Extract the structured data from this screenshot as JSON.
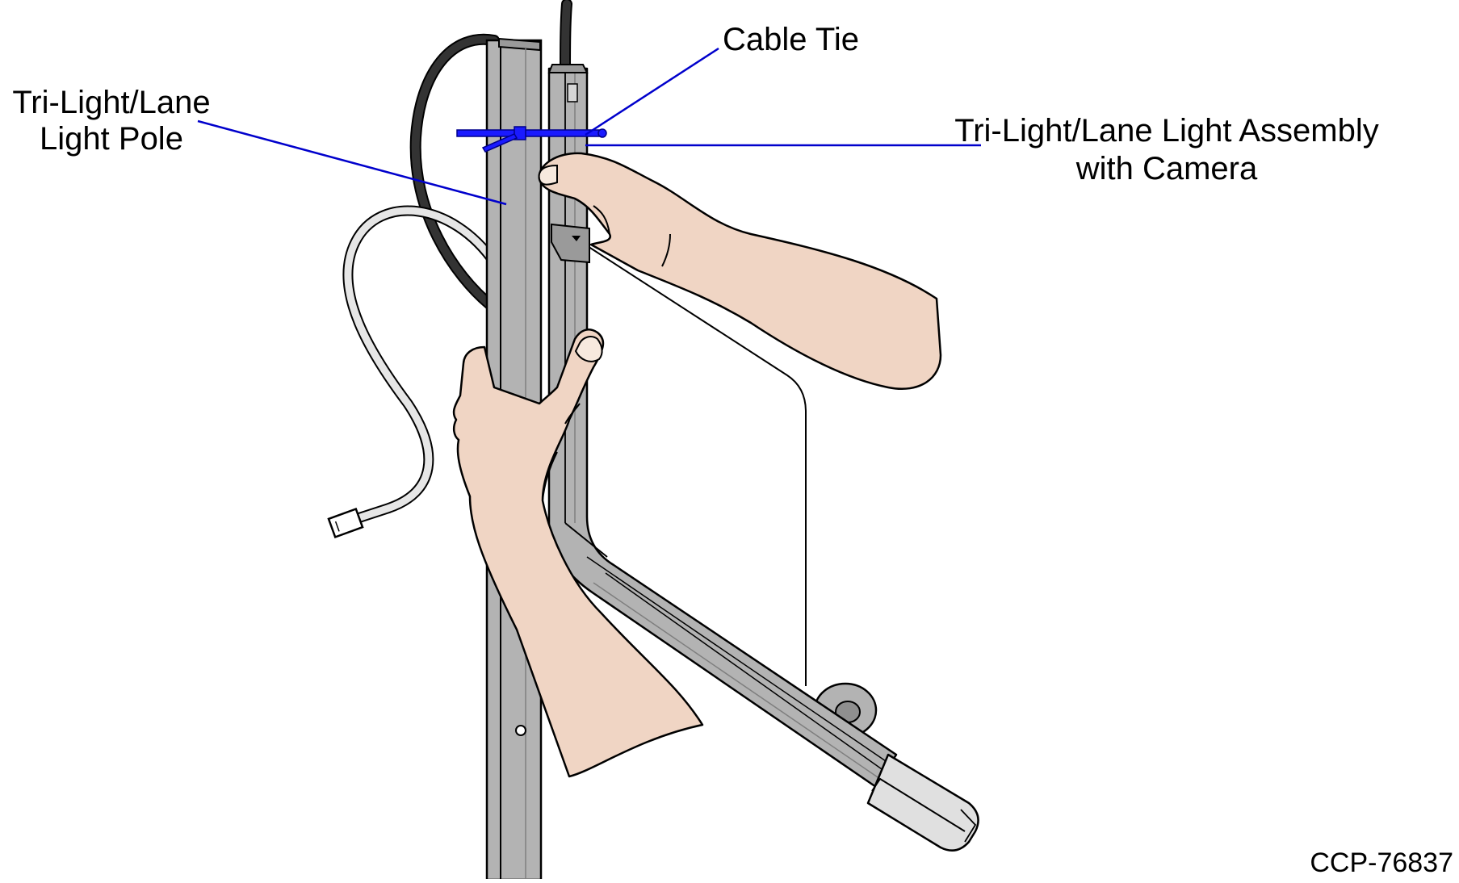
{
  "callouts": {
    "cable_tie": "Cable Tie",
    "pole_line1": "Tri-Light/Lane",
    "pole_line2": "Light Pole",
    "assembly_line1": "Tri-Light/Lane Light Assembly",
    "assembly_line2": "with Camera"
  },
  "figure_id": "CCP-76837",
  "colors": {
    "leader": "#0000cc",
    "cable_tie": "#1a1aff",
    "metal": "#b3b3b3",
    "metal_dark": "#8f8f8f",
    "skin": "#f0d5c4",
    "cable_dark": "#333333",
    "cable_light": "#e6e6e6"
  }
}
